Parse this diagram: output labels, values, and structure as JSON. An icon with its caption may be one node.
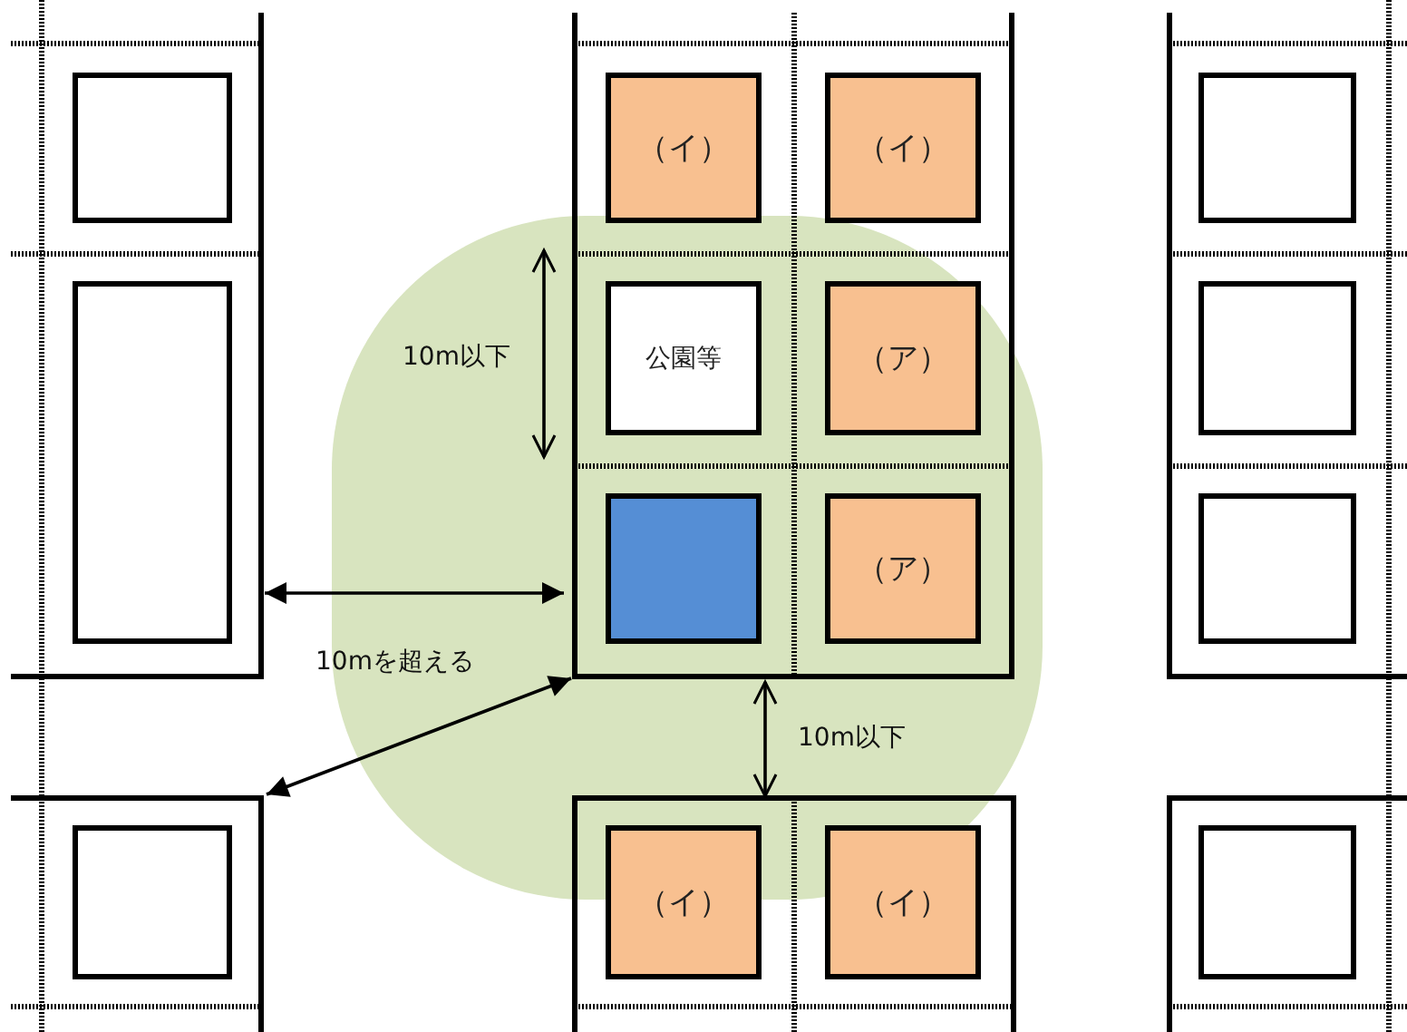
{
  "diagram": {
    "nodes": [
      {
        "text": [],
        "shape": "box"
      },
      {
        "text": [
          "（イ）"
        ]
      },
      {
        "text": [
          "（イ）"
        ]
      },
      {
        "text": [],
        "shape": "box"
      },
      {
        "text": [],
        "shape": "box"
      },
      {
        "text": [
          "公園等"
        ]
      },
      {
        "text": [
          "（ア）"
        ]
      },
      {
        "text": [],
        "shape": "box"
      },
      {
        "text": [],
        "shape": "box"
      },
      {
        "text": [
          "（ア）"
        ]
      },
      {
        "text": [],
        "shape": "box"
      },
      {
        "text": [],
        "shape": "box"
      },
      {
        "text": [
          "（イ）"
        ]
      },
      {
        "text": [
          "（イ）"
        ]
      },
      {
        "text": [],
        "shape": "box"
      }
    ],
    "labels": [
      "10m以下",
      "10mを超える",
      "10m以下"
    ]
  }
}
